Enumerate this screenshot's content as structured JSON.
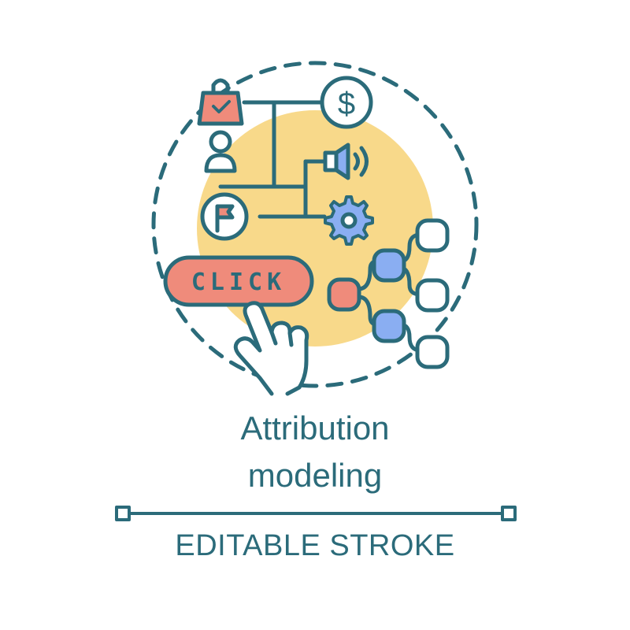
{
  "illustration": {
    "button_text": "CLICK",
    "dollar_symbol": "$",
    "icons": [
      "shopping-bag-icon",
      "dollar-coin-icon",
      "user-icon",
      "speaker-icon",
      "flag-icon",
      "gear-icon",
      "pointing-hand-icon",
      "node-tree-icon"
    ],
    "colors": {
      "stroke": "#2b6b7a",
      "yellow_circle": "#f8d98a",
      "coral": "#ef8b7b",
      "blue": "#8aaef2",
      "white": "#ffffff"
    }
  },
  "caption": {
    "title_line1": "Attribution",
    "title_line2": "modeling",
    "subtitle": "EDITABLE STROKE"
  }
}
